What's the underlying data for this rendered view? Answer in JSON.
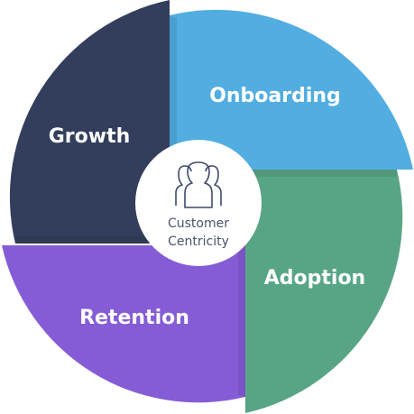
{
  "diagram": {
    "segments": [
      {
        "label": "Onboarding",
        "color": "#52ADE0"
      },
      {
        "label": "Adoption",
        "color": "#58A586"
      },
      {
        "label": "Retention",
        "color": "#855CD6"
      },
      {
        "label": "Growth",
        "color": "#323E5C"
      }
    ],
    "center": {
      "line1": "Customer",
      "line2": "Centricity",
      "icon": "people-group-icon",
      "icon_color": "#3d4a6b"
    }
  }
}
